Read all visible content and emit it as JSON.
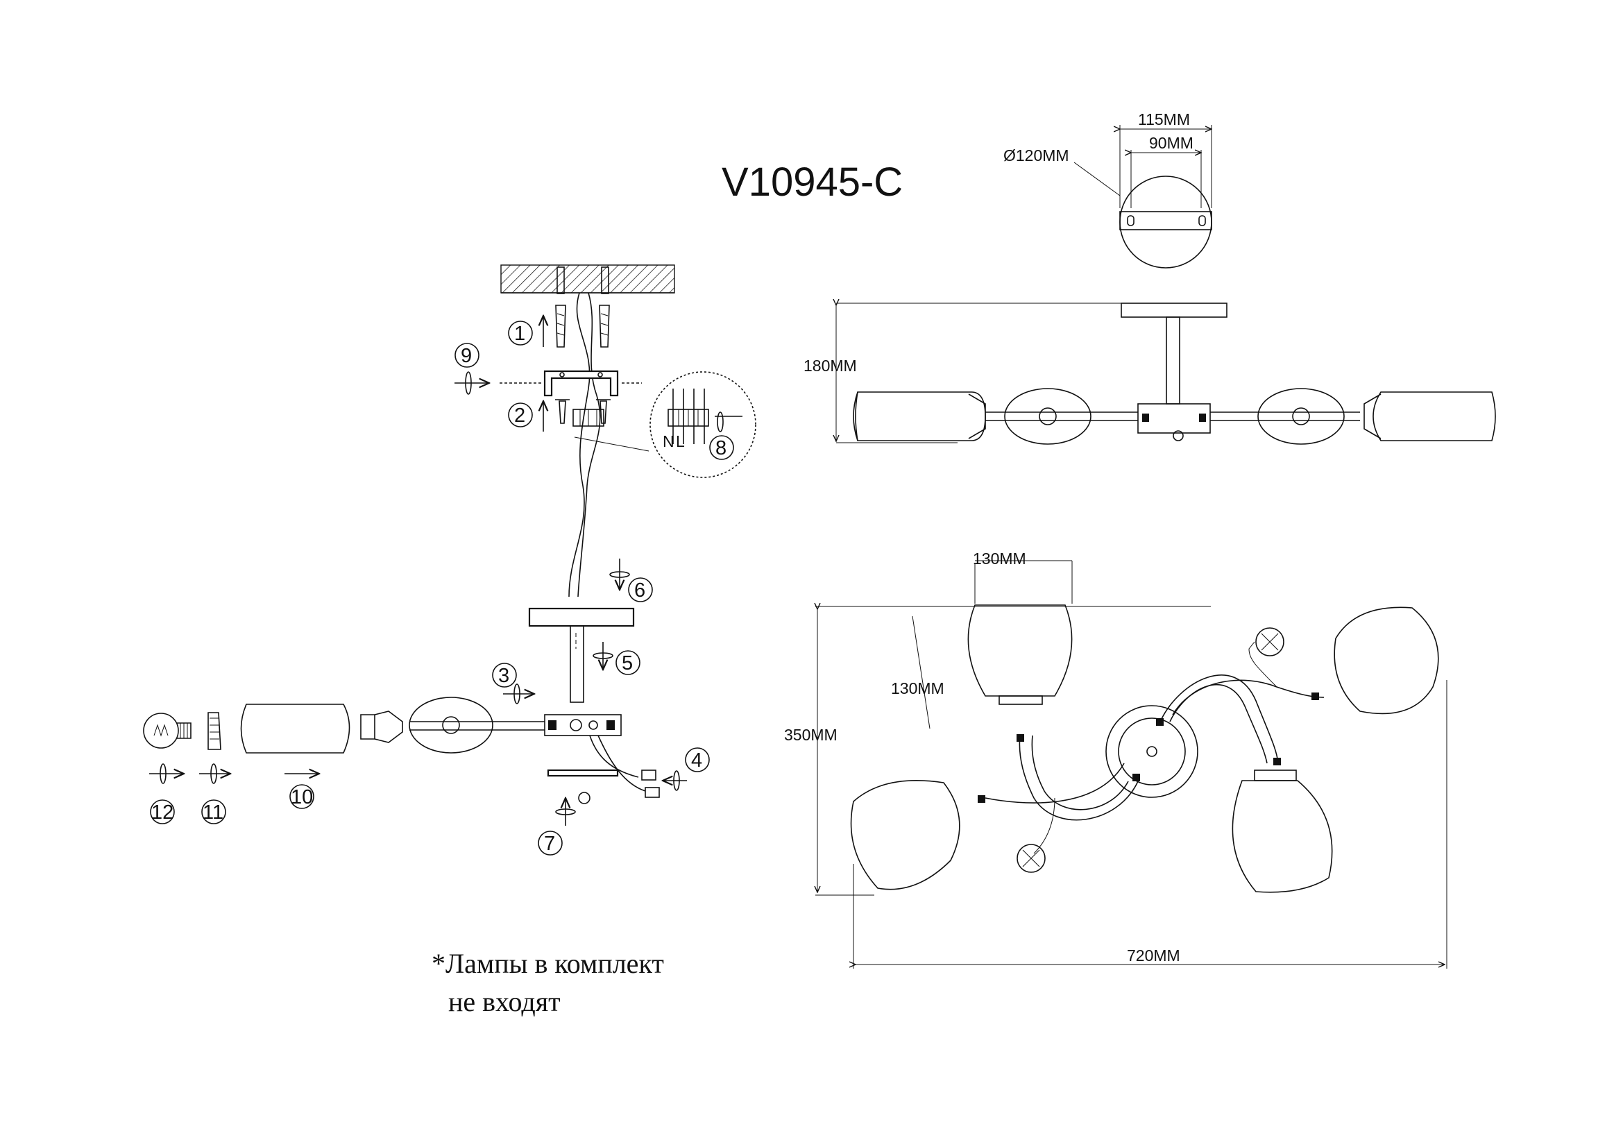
{
  "model_title": "V10945-C",
  "dimensions": {
    "canopy_diameter": "Ø120MM",
    "bracket_width": "115MM",
    "hole_spacing": "90MM",
    "height": "180MM",
    "shade_width": "130MM",
    "shade_height": "130MM",
    "depth": "350MM",
    "length": "720MM"
  },
  "wiring_labels": {
    "neutral": "N",
    "live": "L"
  },
  "assembly_steps": [
    "1",
    "2",
    "3",
    "4",
    "5",
    "6",
    "7",
    "8",
    "9",
    "10",
    "11",
    "12"
  ],
  "note": {
    "line1": "*Лампы в комплект",
    "line2": "не входят"
  },
  "icons": [
    "bulb-icon",
    "arrow-icon",
    "rotate-arrow-icon",
    "screw-icon",
    "glass-shade-icon"
  ]
}
